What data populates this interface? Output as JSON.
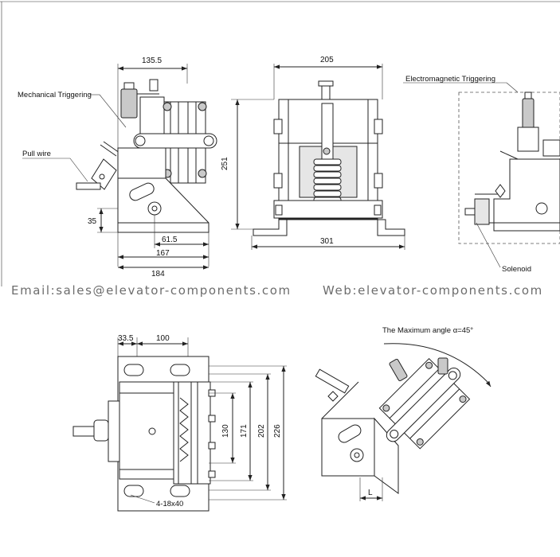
{
  "watermark": {
    "email": "Email:sales@elevator-components.com",
    "web": "Web:elevator-components.com"
  },
  "side_view": {
    "labels": {
      "mechanical_triggering": "Mechanical Triggering",
      "pull_wire": "Pull wire"
    },
    "dims": {
      "width_top": "135.5",
      "height_35": "35",
      "offset_61_5": "61.5",
      "width_167": "167",
      "width_184": "184"
    }
  },
  "front_view": {
    "dims": {
      "width_205": "205",
      "height_251": "251",
      "base_301": "301"
    }
  },
  "em_view": {
    "labels": {
      "electromagnetic_triggering": "Electromagnetic Triggering",
      "solenoid": "Solenoid"
    }
  },
  "top_view": {
    "labels": {
      "slots": "4-18x40"
    },
    "dims": {
      "w_33_5": "33.5",
      "w_100": "100",
      "h_130": "130",
      "h_171": "171",
      "h_202": "202",
      "h_226": "226"
    }
  },
  "iso_view": {
    "labels": {
      "max_angle": "The Maximum angle α=45°",
      "l_label": "L"
    }
  }
}
